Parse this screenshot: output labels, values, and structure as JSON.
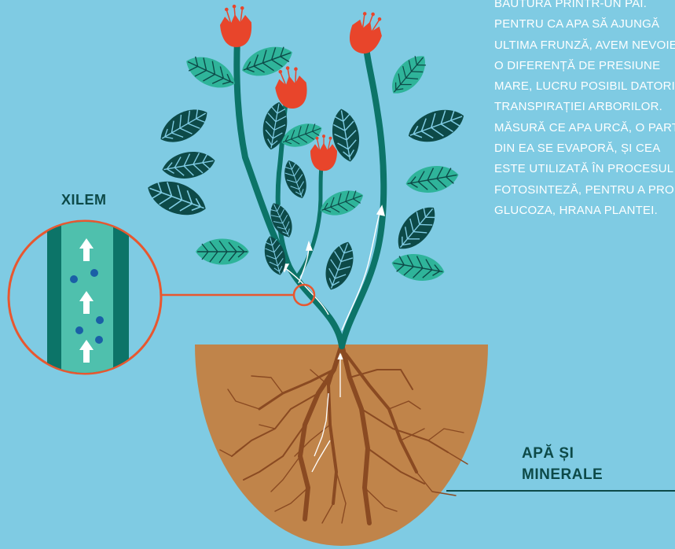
{
  "paragraph": [
    "BĂUTURĂ PRINTR-UN PAI.",
    "PENTRU CA APA SĂ AJUNGĂ",
    "ULTIMA FRUNZĂ, AVEM NEVOIE",
    "O DIFERENȚĂ DE PRESIUNE",
    "MARE, LUCRU POSIBIL DATORITĂ",
    "TRANSPIRAȚIEI ARBORILOR.",
    "MĂSURĂ CE APA URCĂ, O PARTE",
    "DIN EA SE EVAPORĂ, ȘI CEA",
    "ESTE UTILIZATĂ ÎN PROCESUL",
    "FOTOSINTEZĂ, PENTRU A PRODUCE",
    "GLUCOZA, HRANA PLANTEI."
  ],
  "labels": {
    "xilem": "XILEM",
    "water_line1": "APĂ ȘI",
    "water_line2": "MINERALE"
  },
  "colors": {
    "background": "#7fcbe3",
    "soil": "#c0844a",
    "root": "#8a4a22",
    "stem": "#0c7468",
    "leaf_dark": "#0d4a48",
    "leaf_light": "#2fb49a",
    "flower": "#e8452b",
    "callout_ring": "#e8572f",
    "xylem_fill": "#4fc0ad",
    "xylem_wall": "#0c7468",
    "water_dot": "#1a5fa6",
    "leader_line": "#0d4a48"
  },
  "icons": {
    "flow_arrow": "up-arrow-icon",
    "water_molecule": "water-dot-icon"
  }
}
